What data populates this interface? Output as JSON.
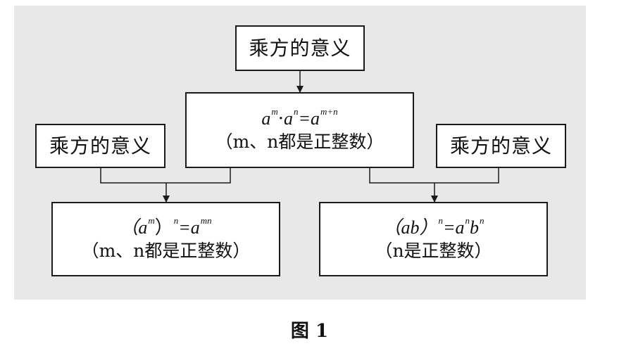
{
  "diagram": {
    "top_box": "乘方的意义",
    "left_box": "乘方的意义",
    "right_box": "乘方的意义",
    "center_box": {
      "formula": [
        "a",
        "m",
        "·",
        "a",
        "n",
        "=a",
        "m+n"
      ],
      "condition": "（m、n都是正整数）"
    },
    "bottom_left_box": {
      "formula": [
        "（a",
        "m",
        "）",
        "n",
        "=a",
        "mn"
      ],
      "condition": "（m、n都是正整数）"
    },
    "bottom_right_box": {
      "formula": [
        "（ab）",
        "n",
        "=a",
        "n",
        "b",
        "n"
      ],
      "condition": "（n是正整数）"
    },
    "caption": "图 1"
  },
  "colors": {
    "panel_background": "#e8e8e8",
    "box_fill": "#ffffff",
    "line": "#1a1a1a"
  }
}
